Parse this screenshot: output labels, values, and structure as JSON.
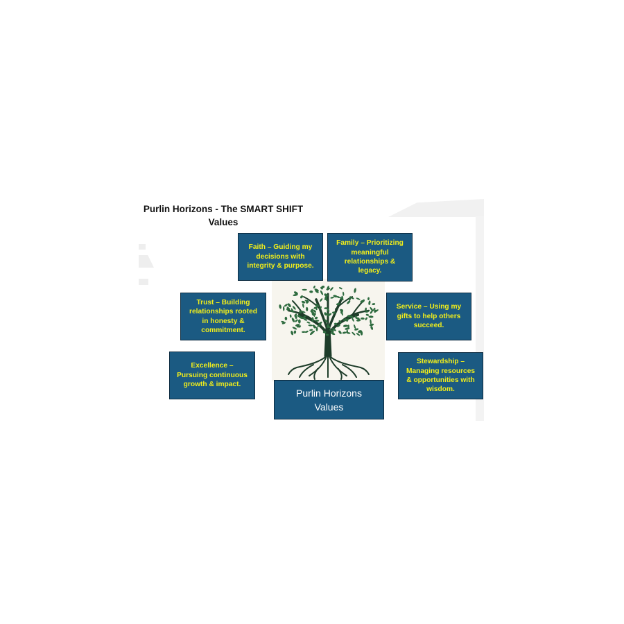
{
  "title": {
    "line1": "Purlin Horizons - The SMART SHIFT",
    "line2": "Values"
  },
  "values": {
    "faith": [
      "Faith – Guiding my",
      "decisions with",
      "integrity & purpose."
    ],
    "family": [
      "Family – Prioritizing",
      "meaningful",
      "relationships &",
      "legacy."
    ],
    "trust": [
      "Trust – Building",
      "relationships rooted",
      "in honesty &",
      "commitment."
    ],
    "service": [
      "Service – Using my",
      "gifts to help others",
      "succeed."
    ],
    "excellence": [
      "Excellence –",
      "Pursuing continuous",
      "growth & impact."
    ],
    "stewardship": [
      "Stewardship –",
      "Managing resources",
      "& opportunities with",
      "wisdom."
    ]
  },
  "center": {
    "line1": "Purlin Horizons",
    "line2": "Values"
  },
  "colors": {
    "box_fill": "#1b5a82",
    "box_border": "#0c2b40",
    "box_text": "#f2ee1a",
    "center_text": "#ffffff",
    "tree_foliage": "#2e6b3f",
    "tree_trunk": "#1e3d2a"
  },
  "icons": {
    "tree": "tree-of-life-icon"
  }
}
